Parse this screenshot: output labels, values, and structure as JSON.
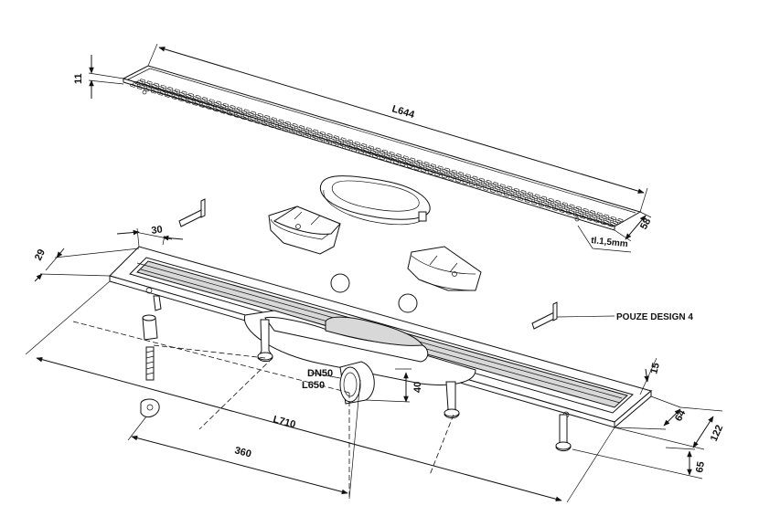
{
  "grate": {
    "length_label": "L644",
    "height_label": "11",
    "width_label": "58",
    "thickness_label": "tl.1,5mm"
  },
  "channel": {
    "length_label": "L710",
    "half_length_label": "360",
    "inner_length_label": "L650",
    "outlet_label": "DN50",
    "outlet_height_label": "40",
    "side_width_label": "29",
    "end_width_label": "30",
    "depth_label": "15",
    "width_label": "64",
    "total_width_label": "122",
    "height_label": "65"
  },
  "note": {
    "design_label": "POUZE DESIGN 4"
  }
}
